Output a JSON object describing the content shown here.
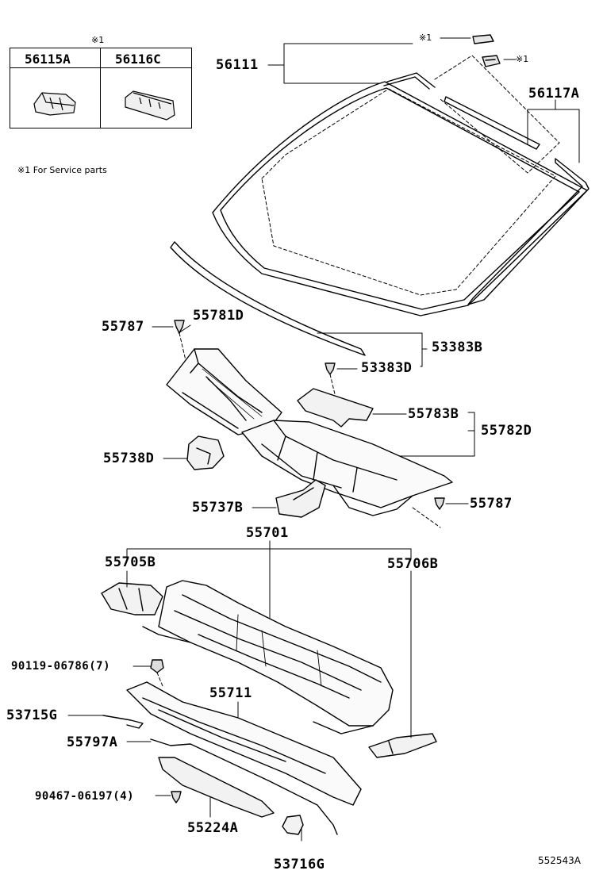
{
  "service_note": "※1 For Service parts",
  "service_marker": "※1",
  "legend": {
    "col1": "56115A",
    "col2": "56116C"
  },
  "labels": {
    "p56111": "56111",
    "p56117A": "56117A",
    "p55787a": "55787",
    "p55781D": "55781D",
    "p53383B": "53383B",
    "p53383D": "53383D",
    "p55783B": "55783B",
    "p55782D": "55782D",
    "p55738D": "55738D",
    "p55737B": "55737B",
    "p55787b": "55787",
    "p55701": "55701",
    "p55705B": "55705B",
    "p55706B": "55706B",
    "p90119": "90119-06786(7)",
    "p53715G": "53715G",
    "p55711": "55711",
    "p55797A": "55797A",
    "p90467": "90467-06197(4)",
    "p55224A": "55224A",
    "p53716G": "53716G"
  },
  "diagram_code": "552543A"
}
